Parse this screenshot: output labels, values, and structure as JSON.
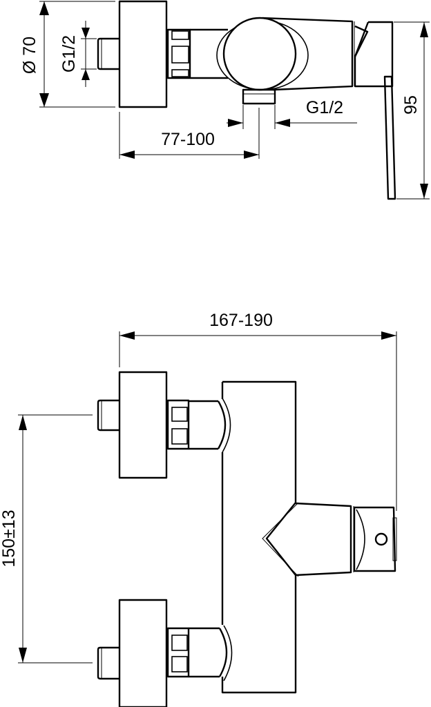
{
  "drawing": {
    "title": "Shower mixer dimension drawing",
    "line_color": "#000000",
    "background": "#ffffff",
    "top_view": {
      "dimensions": {
        "diameter": "Ø 70",
        "inlet_thread": "G1/2",
        "projection": "77-100",
        "outlet_thread": "G1/2",
        "lever_height": "95"
      }
    },
    "front_view": {
      "dimensions": {
        "overall_width": "167-190",
        "inlet_centres": "150±13"
      }
    }
  }
}
